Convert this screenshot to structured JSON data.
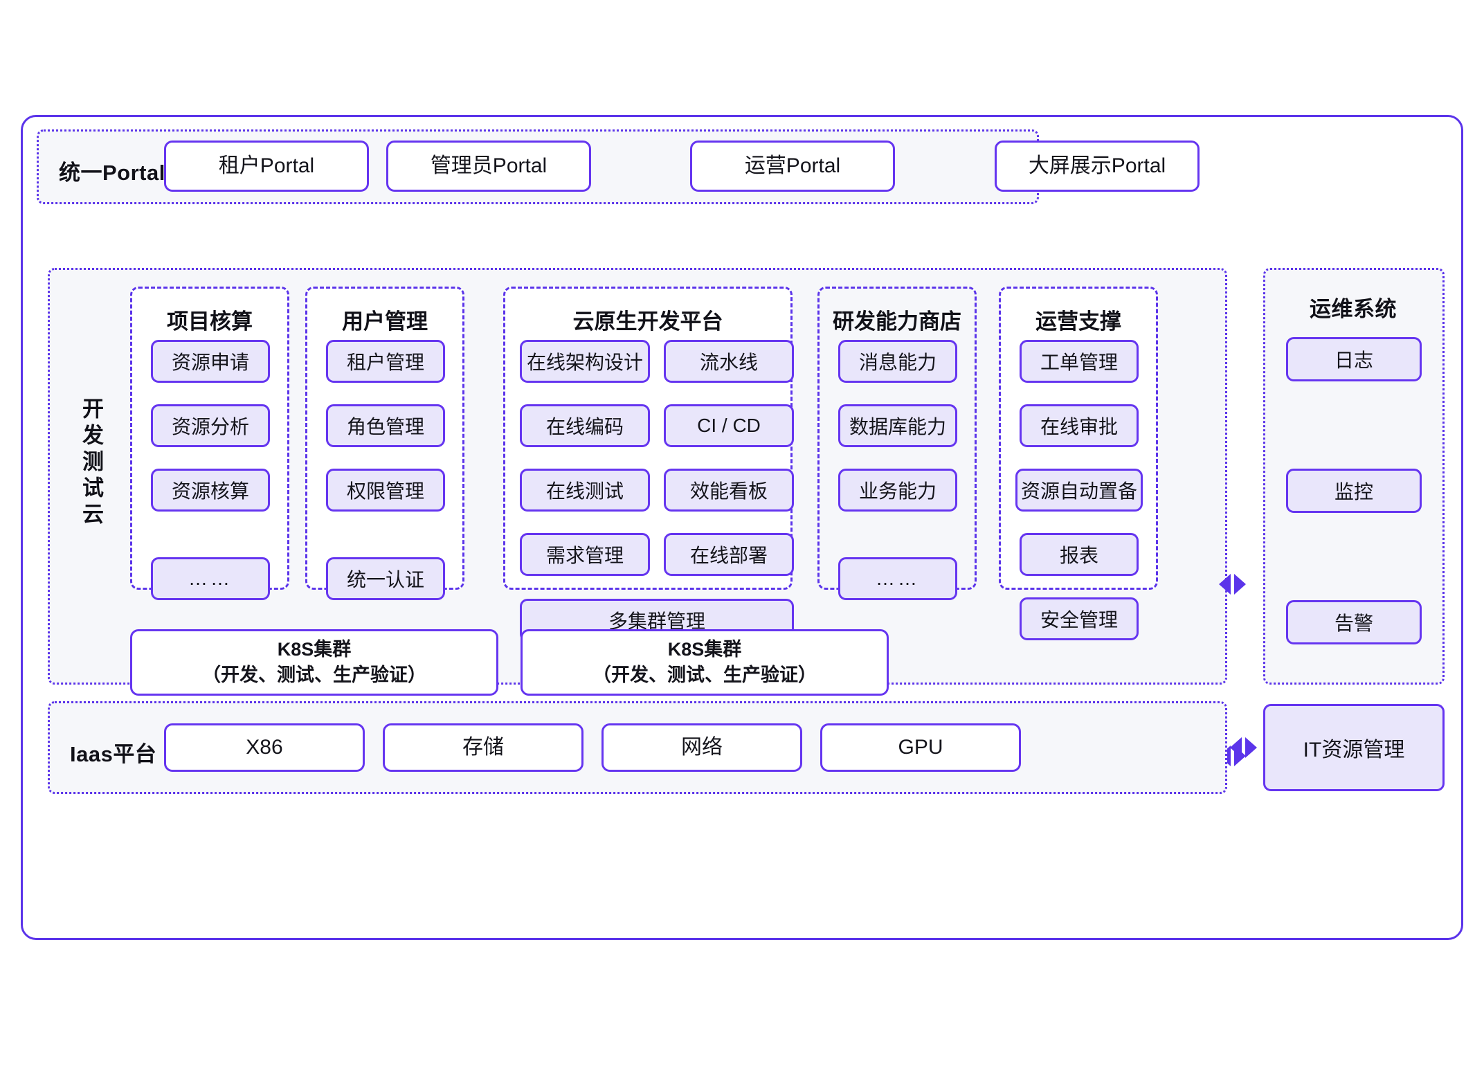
{
  "portal_row": {
    "label": "统一Portal",
    "items": [
      {
        "label": "租户Portal"
      },
      {
        "label": "管理员Portal"
      },
      {
        "label": "运营Portal"
      },
      {
        "label": "大屏展示Portal"
      }
    ]
  },
  "dev_test_cloud": {
    "label": "开发测试云",
    "groups": [
      {
        "title": "项目核算",
        "items": [
          "资源申请",
          "资源分析",
          "资源核算",
          "……"
        ]
      },
      {
        "title": "用户管理",
        "items": [
          "租户管理",
          "角色管理",
          "权限管理",
          "统一认证"
        ]
      },
      {
        "title": "云原生开发平台",
        "left_items": [
          "在线架构设计",
          "在线编码",
          "在线测试",
          "需求管理"
        ],
        "right_items": [
          "流水线",
          "CI / CD",
          "效能看板",
          "在线部署"
        ],
        "wide_item": "多集群管理"
      },
      {
        "title": "研发能力商店",
        "items": [
          "消息能力",
          "数据库能力",
          "业务能力",
          "……"
        ]
      },
      {
        "title": "运营支撑",
        "items": [
          "工单管理",
          "在线审批",
          "资源自动置备",
          "报表",
          "安全管理"
        ]
      }
    ],
    "clusters": [
      {
        "line1": "K8S集群",
        "line2": "（开发、测试、生产验证）"
      },
      {
        "line1": "K8S集群",
        "line2": "（开发、测试、生产验证）"
      }
    ]
  },
  "ops_system": {
    "title": "运维系统",
    "items": [
      "日志",
      "监控",
      "告警"
    ]
  },
  "iaas_row": {
    "label": "Iaas平台",
    "items": [
      "X86",
      "存储",
      "网络",
      "GPU"
    ],
    "side_box": "IT资源管理"
  },
  "colors": {
    "accent": "#5b34ea",
    "chip_border": "#6535f0",
    "chip_fill": "#e9e6fb",
    "band_fill": "#f6f7fa",
    "text": "#14141b"
  }
}
